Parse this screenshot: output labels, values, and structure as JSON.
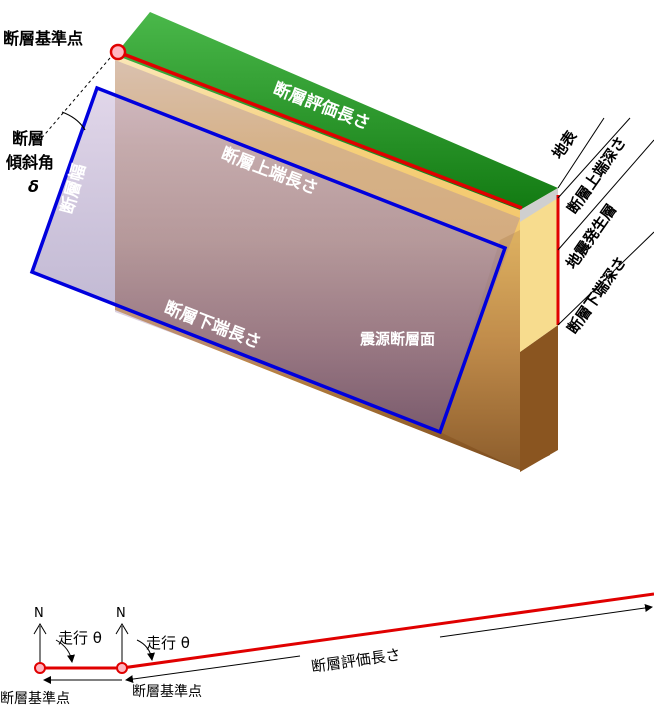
{
  "block": {
    "origin_label": "断層基準点",
    "eval_length": "断層評価長さ",
    "upper_edge_length": "断層上端長さ",
    "lower_edge_length": "断層下端長さ",
    "fault_plane": "震源断層面",
    "fault_width": "断層幅",
    "dip_label_line1": "断層",
    "dip_label_line2": "傾斜角",
    "dip_symbol": "δ",
    "surface": "地表",
    "upper_depth": "断層上端深さ",
    "seismogenic_layer": "地震発生層",
    "lower_depth": "断層下端深さ"
  },
  "plan": {
    "north_1": "N",
    "north_2": "N",
    "strike_1": "走行 θ",
    "strike_2": "走行 θ",
    "eval_length": "断層評価長さ",
    "origin_label_1": "断層基準点",
    "origin_label_2": "断層基準点"
  },
  "colors": {
    "surface_green": "#1a8a1a",
    "fault_trace_red": "#e00000",
    "fault_plane_blue": "#0000dd",
    "upper_layer": "#f5d98a",
    "seismogenic": "#c8974a",
    "lower_crust": "#8a5a2a"
  }
}
